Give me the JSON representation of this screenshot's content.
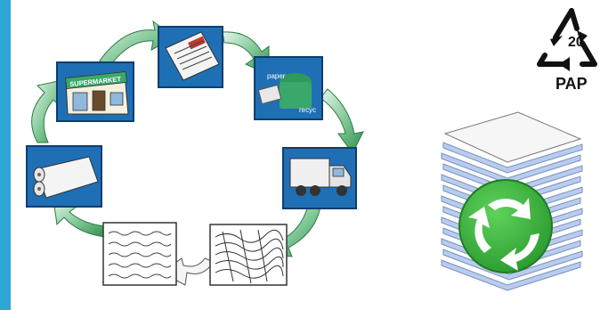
{
  "header": {
    "title_fragment": ""
  },
  "cycle": {
    "steps": [
      {
        "name": "newspaper",
        "icon": "newspaper-icon"
      },
      {
        "name": "paper-recycle-bin",
        "icon": "recycle-bin-icon",
        "labels": [
          "paper",
          "recyc"
        ]
      },
      {
        "name": "garbage-truck",
        "icon": "truck-icon"
      },
      {
        "name": "shredded-paper",
        "icon": "shredded-paper-icon"
      },
      {
        "name": "pulp",
        "icon": "pulp-icon"
      },
      {
        "name": "paper-rolls",
        "icon": "paper-roll-icon"
      },
      {
        "name": "supermarket",
        "icon": "supermarket-icon",
        "labels": [
          "SUPERMARKET"
        ]
      }
    ]
  },
  "recycling_code": {
    "number": "20",
    "material": "PAP"
  },
  "paper_stack": {
    "icon": "recycle-symbol-icon"
  },
  "colors": {
    "edge_blue": "#2fa7d6",
    "panel_blue": "#1f6fb5",
    "arrow_green": "#3e9c5a",
    "recycle_green": "#35b43a"
  }
}
